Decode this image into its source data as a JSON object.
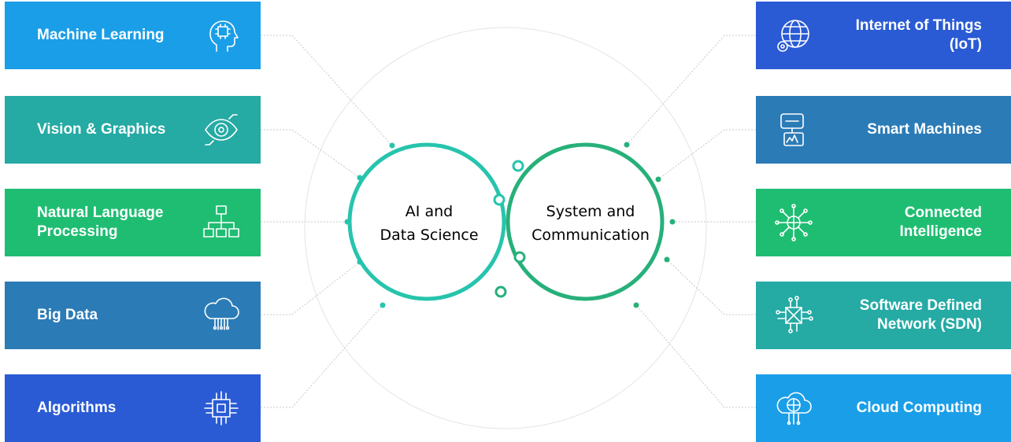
{
  "left_items": [
    {
      "label": "Machine Learning",
      "icon": "brain-head-icon",
      "color": "#1a9ee8"
    },
    {
      "label": "Vision & Graphics",
      "icon": "eye-icon",
      "color": "#25aaa4"
    },
    {
      "label": "Natural Language\nProcessing",
      "icon": "hierarchy-icon",
      "color": "#1fbd72"
    },
    {
      "label": "Big Data",
      "icon": "cloud-data-icon",
      "color": "#2b7bb7"
    },
    {
      "label": "Algorithms",
      "icon": "chip-icon",
      "color": "#2a5bd5"
    }
  ],
  "right_items": [
    {
      "label": "Internet of Things (IoT)",
      "icon": "globe-gear-icon",
      "color": "#2a5bd5"
    },
    {
      "label": "Smart Machines",
      "icon": "robot-icon",
      "color": "#2b7bb7"
    },
    {
      "label": "Connected Intelligence",
      "icon": "network-globe-icon",
      "color": "#1fbd72"
    },
    {
      "label": "Software Defined\nNetwork (SDN)",
      "icon": "circuit-icon",
      "color": "#25aaa4"
    },
    {
      "label": "Cloud Computing",
      "icon": "cloud-globe-icon",
      "color": "#1a9ee8"
    }
  ],
  "rings": {
    "left_label": "AI and\nData Science",
    "right_label": "System and\nCommunication",
    "left_color": "#27c4ad",
    "right_color": "#27b07a"
  }
}
